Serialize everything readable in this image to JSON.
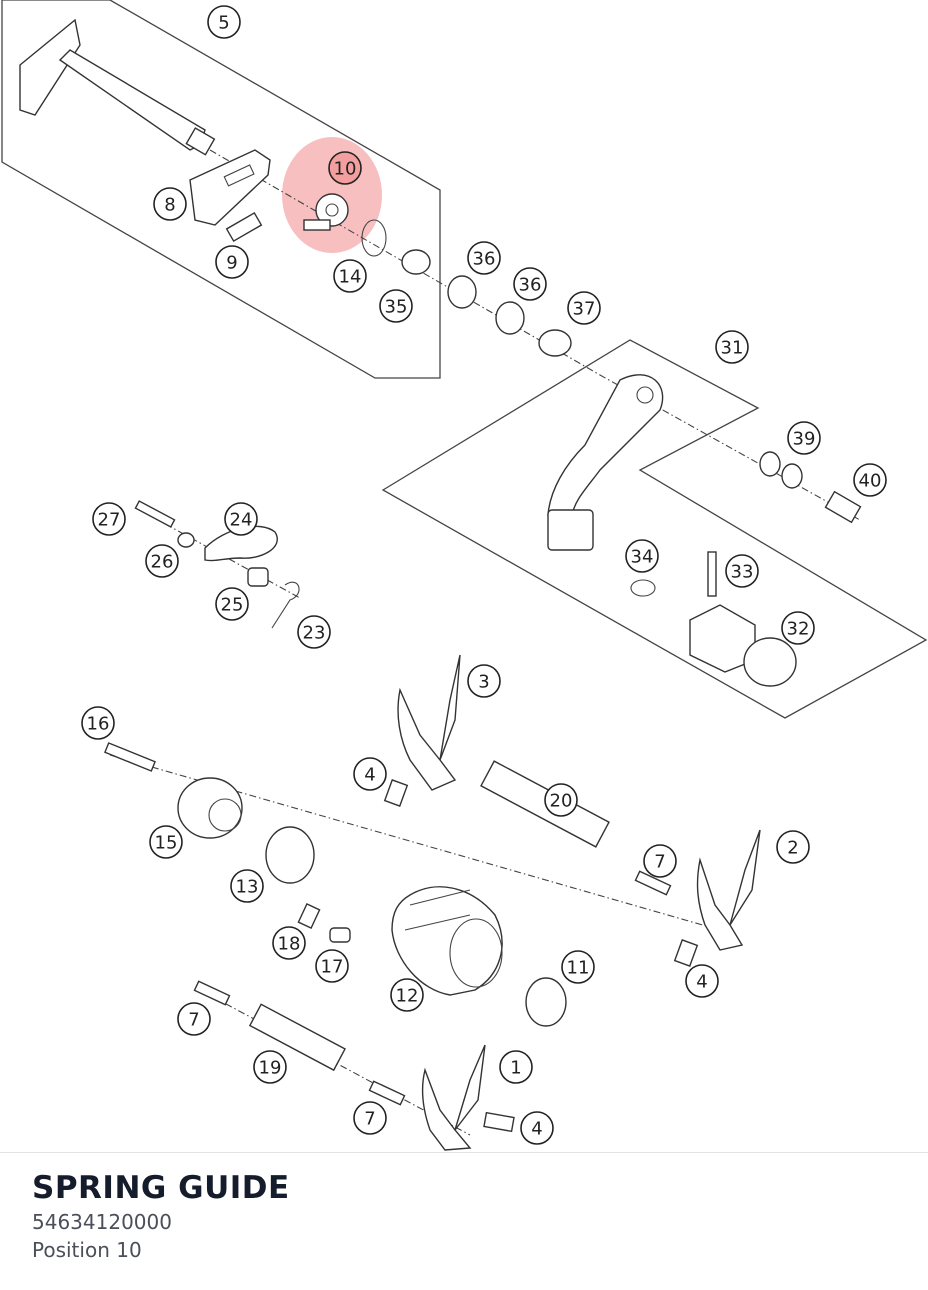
{
  "part": {
    "title": "SPRING GUIDE",
    "number": "54634120000",
    "position": "Position 10"
  },
  "highlight": {
    "position": "10",
    "color": "#f08a8a"
  },
  "callouts": [
    "5",
    "10",
    "8",
    "9",
    "14",
    "35",
    "36",
    "36",
    "37",
    "31",
    "39",
    "40",
    "27",
    "24",
    "26",
    "25",
    "23",
    "34",
    "33",
    "32",
    "3",
    "16",
    "4",
    "20",
    "2",
    "7",
    "15",
    "13",
    "18",
    "17",
    "12",
    "11",
    "4",
    "7",
    "19",
    "1",
    "7",
    "4"
  ]
}
